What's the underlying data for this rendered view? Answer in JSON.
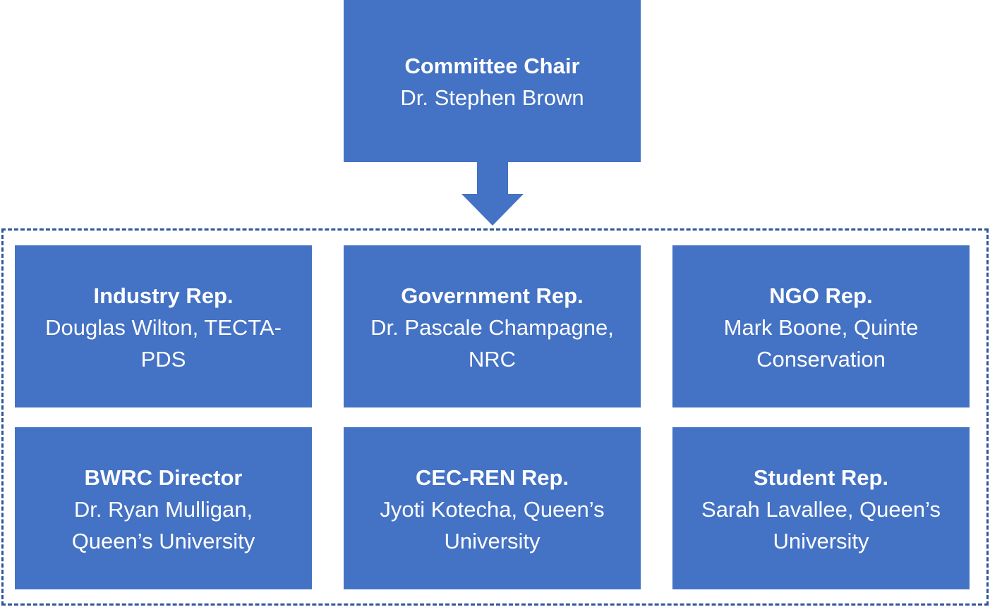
{
  "colors": {
    "box_fill": "#4472c4",
    "box_text": "#ffffff",
    "frame_border": "#2f5597"
  },
  "chair": {
    "role": "Committee Chair",
    "person": "Dr. Stephen Brown"
  },
  "connector": {
    "icon": "down-arrow-icon"
  },
  "members": [
    {
      "role": "Industry Rep.",
      "person": "Douglas Wilton, TECTA-PDS"
    },
    {
      "role": "Government Rep.",
      "person": "Dr. Pascale Champagne, NRC"
    },
    {
      "role": "NGO Rep.",
      "person": "Mark Boone, Quinte Conservation"
    },
    {
      "role": "BWRC Director",
      "person": "Dr. Ryan Mulligan, Queen’s University"
    },
    {
      "role": "CEC-REN Rep.",
      "person": "Jyoti Kotecha, Queen’s University"
    },
    {
      "role": "Student Rep.",
      "person": "Sarah Lavallee, Queen’s University"
    }
  ]
}
